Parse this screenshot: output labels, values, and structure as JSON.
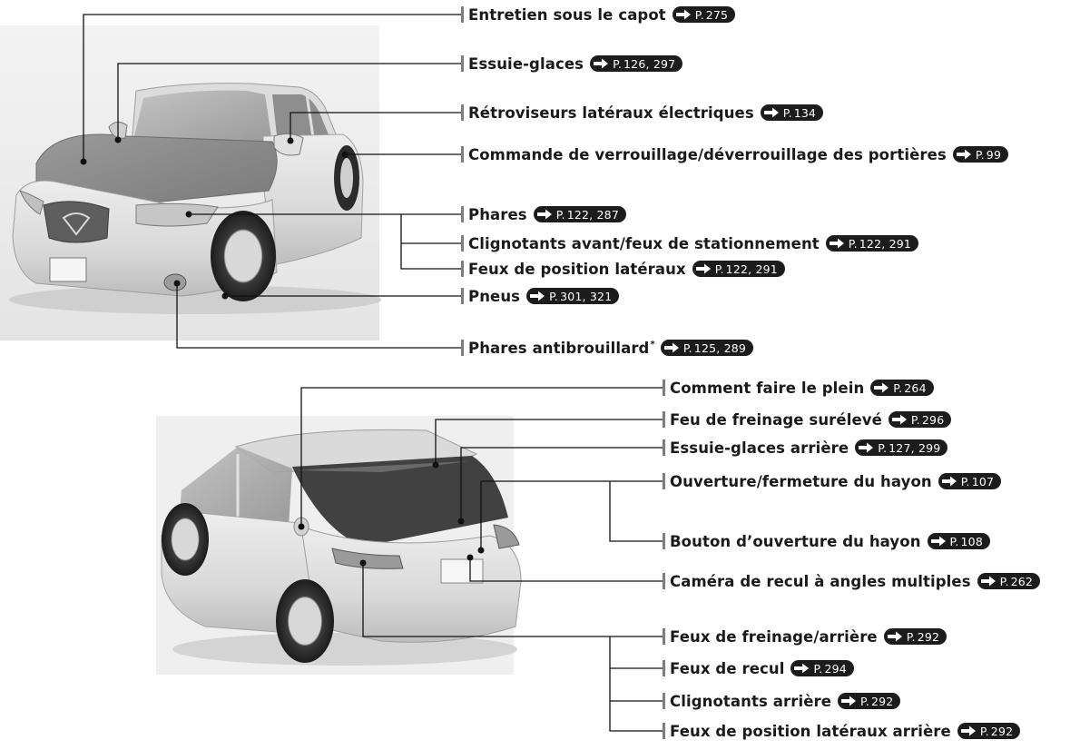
{
  "page_prefix": "P.",
  "front_labels": [
    {
      "id": "entretien",
      "text": "Entretien sous le capot",
      "pages": "275",
      "star": ""
    },
    {
      "id": "essuie",
      "text": "Essuie-glaces",
      "pages": "126, 297",
      "star": ""
    },
    {
      "id": "retro",
      "text": "Rétroviseurs latéraux électriques",
      "pages": "134",
      "star": ""
    },
    {
      "id": "commande",
      "text": "Commande de verrouillage/déverrouillage des portières",
      "pages": "99",
      "star": ""
    },
    {
      "id": "phares",
      "text": "Phares",
      "pages": "122, 287",
      "star": ""
    },
    {
      "id": "clignavant",
      "text": "Clignotants avant/feux de stationnement",
      "pages": "122, 291",
      "star": ""
    },
    {
      "id": "feuxpos",
      "text": "Feux de position latéraux",
      "pages": "122, 291",
      "star": ""
    },
    {
      "id": "pneus",
      "text": "Pneus",
      "pages": "301, 321",
      "star": ""
    },
    {
      "id": "antibrouillard",
      "text": "Phares antibrouillard",
      "pages": "125, 289",
      "star": "*"
    }
  ],
  "rear_labels": [
    {
      "id": "plein",
      "text": "Comment faire le plein",
      "pages": "264",
      "star": ""
    },
    {
      "id": "freinsur",
      "text": "Feu de freinage surélevé",
      "pages": "296",
      "star": ""
    },
    {
      "id": "essuiearr",
      "text": "Essuie-glaces arrière",
      "pages": "127, 299",
      "star": ""
    },
    {
      "id": "hayon",
      "text": "Ouverture/fermeture du hayon",
      "pages": "107",
      "star": ""
    },
    {
      "id": "bouton",
      "text": "Bouton d’ouverture du hayon",
      "pages": "108",
      "star": ""
    },
    {
      "id": "camera",
      "text": "Caméra de recul à angles multiples",
      "pages": "262",
      "star": ""
    },
    {
      "id": "freinarr",
      "text": "Feux de freinage/arrière",
      "pages": "292",
      "star": ""
    },
    {
      "id": "recul",
      "text": "Feux de recul",
      "pages": "294",
      "star": ""
    },
    {
      "id": "clignarr",
      "text": "Clignotants arrière",
      "pages": "292",
      "star": ""
    },
    {
      "id": "feuxposarr",
      "text": "Feux de position latéraux arrière",
      "pages": "292",
      "star": ""
    }
  ]
}
